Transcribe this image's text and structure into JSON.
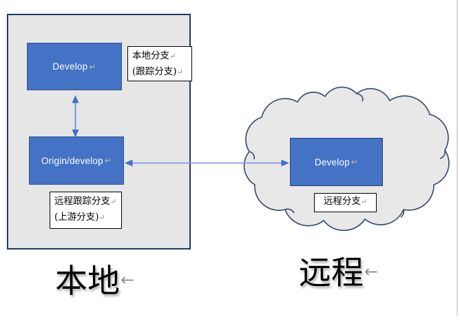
{
  "document": {
    "marks": {
      "paragraph": "↵",
      "line_break": "←"
    },
    "local_panel": {
      "develop_box": {
        "label": "Develop"
      },
      "origin_box": {
        "label": "Origin/develop"
      },
      "local_branch_label": {
        "line1": "本地分支",
        "line2": "(跟踪分支)"
      },
      "remote_tracking_label": {
        "line1": "远程跟踪分支",
        "line2": "(上游分支)"
      }
    },
    "remote_cloud": {
      "develop_box": {
        "label": "Develop"
      },
      "remote_branch_label": {
        "line1": "远程分支"
      }
    },
    "captions": {
      "local": "本地",
      "remote": "远程"
    },
    "colors": {
      "shape_fill": "#4472C4",
      "shape_border": "#2F528F",
      "panel_fill": "#E7E6E6",
      "panel_border": "#1F3864",
      "cloud_fill": "#E9E8E8",
      "cloud_border": "#33456B",
      "arrow": "#4472C4",
      "formatting_mark": "#8C8C8C"
    }
  }
}
